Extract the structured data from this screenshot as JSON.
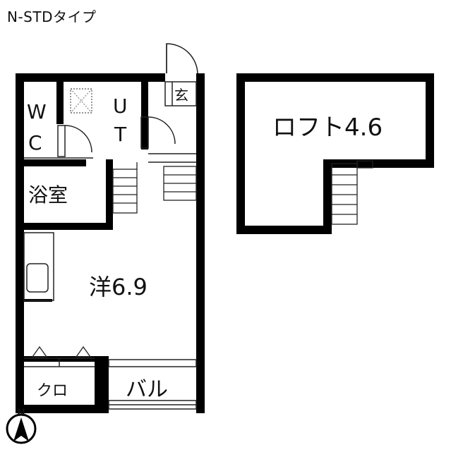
{
  "plan_title": "N-STDタイプ",
  "rooms": {
    "wc_top": "W",
    "wc_bottom": "C",
    "ut_top": "U",
    "ut_bottom": "T",
    "entrance": "玄",
    "bath": "浴室",
    "western": "洋6.9",
    "closet": "クロ",
    "balcony": "バル",
    "loft": "ロフト4.6"
  },
  "compass": {
    "label": "N",
    "icon": "north-arrow-icon"
  },
  "colors": {
    "wall": "#000000",
    "line": "#222222",
    "background": "#ffffff"
  }
}
